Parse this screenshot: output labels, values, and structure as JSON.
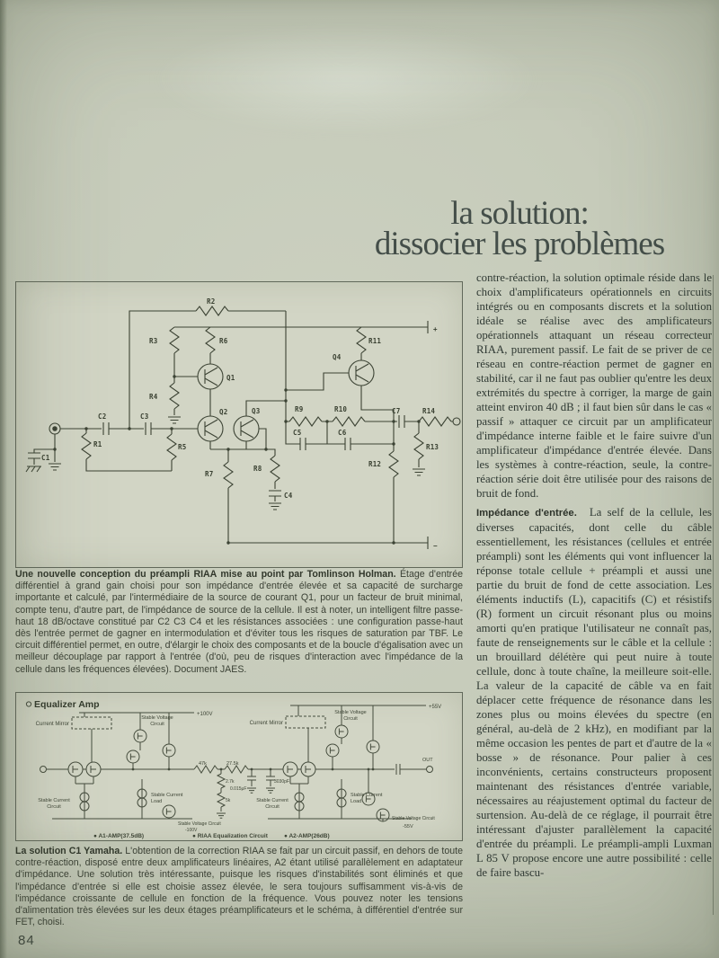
{
  "page": {
    "number": "84"
  },
  "title": {
    "line1": "la solution:",
    "line2": "dissocier les problèmes"
  },
  "figure1": {
    "caption_lead": "Une nouvelle conception du préampli RIAA mise au point par Tomlinson Holman.",
    "caption_rest": " Étage d'entrée différentiel à grand gain choisi pour son impédance d'entrée élevée et sa capacité de surcharge importante et calculé, par l'intermédiaire de la source de courant Q1, pour un facteur de bruit minimal, compte tenu, d'autre part, de l'impédance de source de la cellule. Il est à noter, un intelligent filtre passe-haut 18 dB/octave constitué par C2 C3 C4 et les résistances associées : une configuration passe-haut dès l'entrée permet de gagner en intermodulation et d'éviter tous les risques de saturation par TBF. Le circuit différentiel permet, en outre, d'élargir le choix des composants et de la boucle d'égalisation avec un meilleur découplage par rapport à l'entrée (d'où, peu de risques d'interaction avec l'impédance de la cellule dans les fréquences élevées). Document JAES.",
    "labels": {
      "r1": "R1",
      "r2": "R2",
      "r3": "R3",
      "r4": "R4",
      "r5": "R5",
      "r6": "R6",
      "r7": "R7",
      "r8": "R8",
      "r9": "R9",
      "r10": "R10",
      "r11": "R11",
      "r12": "R12",
      "r13": "R13",
      "r14": "R14",
      "c1": "C1",
      "c2": "C2",
      "c3": "C3",
      "c4": "C4",
      "c5": "C5",
      "c6": "C6",
      "c7": "C7",
      "q1": "Q1",
      "q2": "Q2",
      "q3": "Q3",
      "q4": "Q4",
      "plus": "+",
      "minus": "−"
    }
  },
  "figure2": {
    "heading": "Equalizer Amp",
    "caption_lead": "La solution C1 Yamaha.",
    "caption_rest": " L'obtention de la correction RIAA se fait par un circuit passif, en dehors de toute contre-réaction, disposé entre deux amplificateurs linéaires, A2 étant utilisé parallèlement en adaptateur d'impédance. Une solution très intéressante, puisque les risques d'instabilités sont éliminés et que l'impédance d'entrée si elle est choisie assez élevée, le sera toujours suffisamment vis-à-vis de l'impédance croissante de cellule en fonction de la fréquence. Vous pouvez noter les tensions d'alimentation très élevées sur les deux étages préamplificateurs et le schéma, à différentiel d'entrée sur FET, choisi.",
    "labels": {
      "current_mirror": "Current Mirror",
      "stable_voltage_1": "Stable Voltage",
      "stable_voltage_2": "Circuit",
      "stable_current_1": "Stable Current",
      "stable_current_2": "Circuit",
      "stable_load_1": "Stable Current",
      "stable_load_2": "Load",
      "stable_voltage_full": "Stable Voltage Circuit",
      "v_plus_100": "+100V",
      "v_minus_100": "-100V",
      "v_plus_55": "+55V",
      "v_minus_55": "-55V",
      "out": "OUT",
      "r_47k": "47k",
      "r_27k5": "27.5k",
      "r_2k7": "2.7k",
      "r_5k": "5k",
      "c_015": "0.015μF",
      "c_3030": "3030pF",
      "amp1": "● A1-AMP(37.5dB)",
      "riaa": "● RIAA Equalization Circuit",
      "amp2": "● A2-AMP(26dB)"
    }
  },
  "article": {
    "para1": "contre-réaction, la solution optimale réside dans le choix d'amplificateurs opérationnels en circuits intégrés ou en composants discrets et la solution idéale se réalise avec des amplificateurs opérationnels attaquant un réseau correcteur RIAA, purement passif. Le fait de se priver de ce réseau en contre-réaction permet de gagner en stabilité, car il ne faut pas oublier qu'entre les deux extrémités du spectre à corriger, la marge de gain atteint environ 40 dB ; il faut bien sûr dans le cas « passif » attaquer ce circuit par un amplificateur d'impédance interne faible et le faire suivre d'un amplificateur d'impédance d'entrée élevée. Dans les systèmes à contre-réaction, seule, la contre-réaction série doit être utilisée pour des raisons de bruit de fond.",
    "heading2": "Impédance d'entrée.",
    "para2": "La self de la cellule, les diverses capacités, dont celle du câble essentiellement, les résistances (cellules et entrée préampli) sont les éléments qui vont influencer la réponse totale cellule + préampli et aussi une partie du bruit de fond de cette association. Les éléments inductifs (L), capacitifs (C) et résistifs (R) forment un circuit résonant plus ou moins amorti qu'en pratique l'utilisateur ne connaît pas, faute de renseignements sur le câble et la cellule : un brouillard délétère qui peut nuire à toute cellule, donc à toute chaîne, la meilleure soit-elle. La valeur de la capacité de câble va en fait déplacer cette fréquence de résonance dans les zones plus ou moins élevées du spectre (en général, au-delà de 2 kHz), en modifiant par la même occasion les pentes de part et d'autre de la « bosse » de résonance. Pour palier à ces inconvénients, certains constructeurs proposent maintenant des résistances d'entrée variable, nécessaires au réajustement optimal du facteur de surtension. Au-delà de ce réglage, il pourrait être intéressant d'ajuster parallèlement la capacité d'entrée du préampli. Le préampli-ampli Luxman L 85 V propose encore une autre possibilité : celle de faire bascu-"
  }
}
